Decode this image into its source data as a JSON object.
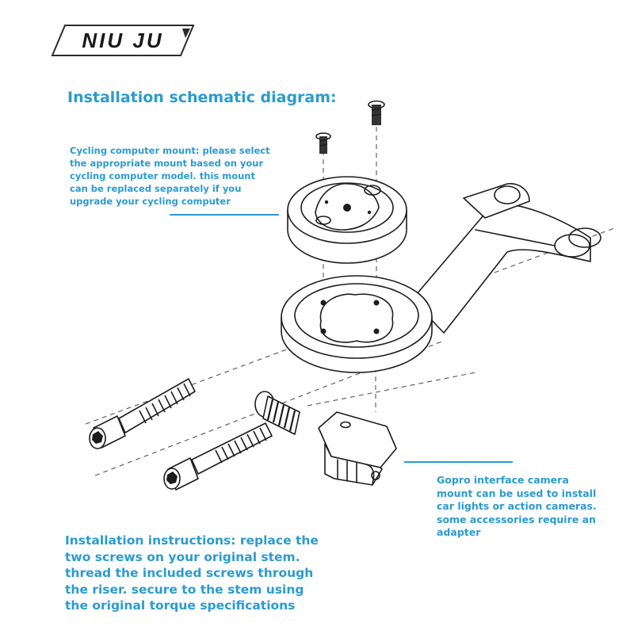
{
  "logo": {
    "text": "NIU JU"
  },
  "title": "Installation schematic diagram:",
  "labels": {
    "mount": {
      "lines": [
        "Cycling computer mount: please select",
        "the appropriate mount based on your",
        "cycling computer model. this mount",
        "can be replaced separately if you",
        "upgrade your cycling computer"
      ]
    },
    "gopro": {
      "lines": [
        "Gopro interface camera",
        "mount can be used to install",
        "car lights or action cameras.",
        "some accessories require an",
        "adapter"
      ]
    },
    "instructions": {
      "lines": [
        "Installation instructions: replace the",
        "two screws on your original stem.",
        "thread the included screws through",
        "the riser. secure to the stem using",
        "the original torque specifications"
      ]
    }
  },
  "colors": {
    "accent": "#2b9bd0",
    "line": "#1c1c1c"
  }
}
